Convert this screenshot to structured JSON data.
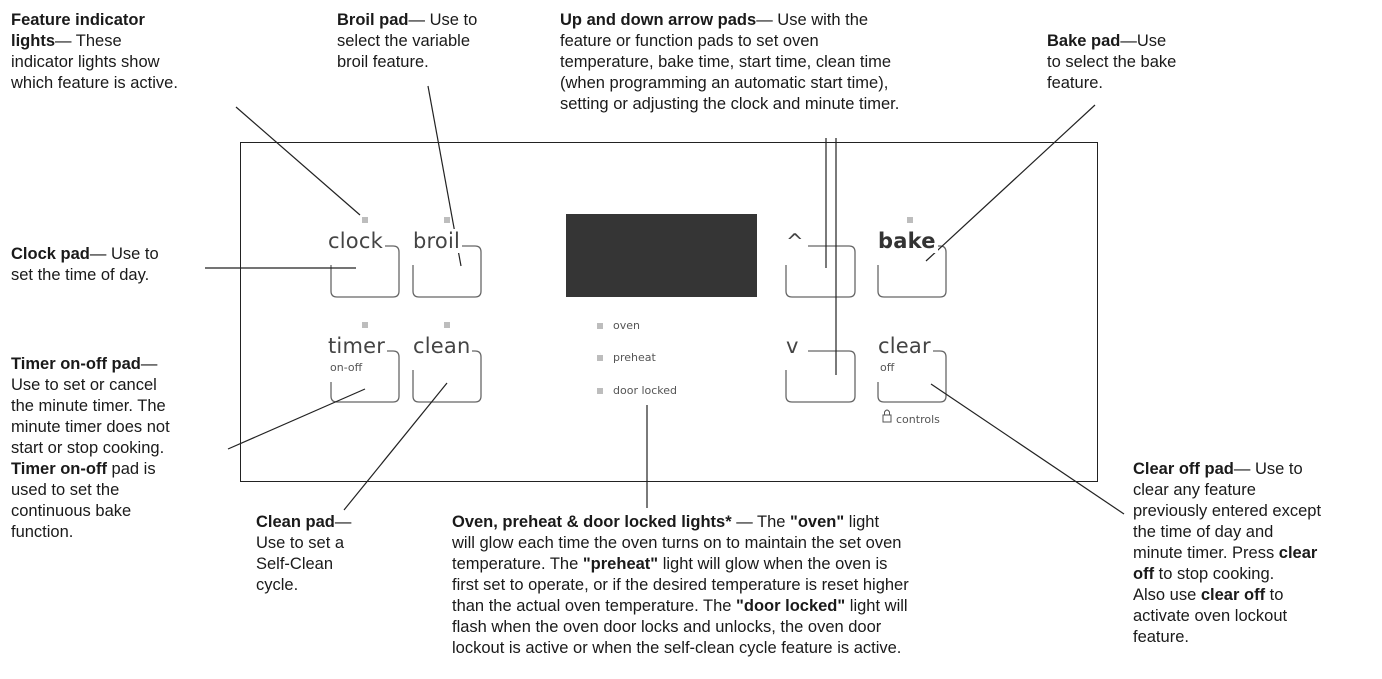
{
  "callouts": {
    "feature_lights": {
      "title": "Feature indicator\nlights",
      "body": "— These\nindicator lights show\nwhich feature is active."
    },
    "broil_pad": {
      "title": "Broil pad",
      "body": "— Use to\nselect the variable\nbroil feature."
    },
    "arrow_pads": {
      "title": "Up and down arrow pads",
      "body": "— Use with the\nfeature or function pads to set oven\ntemperature, bake time, start time, clean time\n(when programming an automatic start time),\nsetting or adjusting the clock and minute timer."
    },
    "bake_pad": {
      "title": "Bake pad",
      "body": "—Use\nto select the bake\nfeature."
    },
    "clock_pad": {
      "title": "Clock pad",
      "body": "— Use to\nset the time of day."
    },
    "timer_pad": {
      "title": "Timer on-off pad",
      "body": "—\nUse to set or cancel\nthe minute timer. The\nminute timer does not\nstart or stop cooking.\n",
      "title2": "Timer on-off",
      "body2": " pad is\nused to set the\ncontinuous bake\nfunction."
    },
    "clean_pad": {
      "title": "Clean pad",
      "body": "—\nUse to set a\nSelf-Clean\ncycle."
    },
    "lights": {
      "title": "Oven, preheat & door locked lights*",
      "p1": " — The ",
      "b1": "\"oven\"",
      "p2": " light\nwill glow each time the oven turns on to maintain the set oven\ntemperature. The ",
      "b2": "\"preheat\"",
      "p3": " light will glow when the oven is\nfirst set to operate, or if the desired temperature is reset higher\nthan the actual oven temperature. The ",
      "b3": "\"door locked\"",
      "p4": " light will\nflash when the oven door locks and unlocks, the oven door\nlockout is active or when the self-clean cycle feature is active."
    },
    "clear_pad": {
      "title": "Clear off pad",
      "p1": "— Use to\nclear any feature\npreviously entered except\nthe time of day and\nminute timer. Press ",
      "b1": "clear\noff",
      "p2": " to stop cooking.\nAlso use ",
      "b2": "clear off",
      "p3": " to\nactivate oven lockout\nfeature."
    }
  },
  "panel": {
    "pads": {
      "clock": {
        "label": "clock"
      },
      "broil": {
        "label": "broil"
      },
      "timer": {
        "label": "timer",
        "sub": "on-off"
      },
      "clean": {
        "label": "clean"
      },
      "up": {
        "label": "^"
      },
      "down": {
        "label": "v"
      },
      "bake": {
        "label": "bake"
      },
      "clear": {
        "label": "clear",
        "sub": "off"
      }
    },
    "lights": [
      "oven",
      "preheat",
      "door locked"
    ],
    "controls_label": "controls"
  },
  "colors": {
    "ink": "#1a1a1a",
    "display": "#353535",
    "indicator": "#bdbdbd",
    "pad_outline": "#666666"
  }
}
